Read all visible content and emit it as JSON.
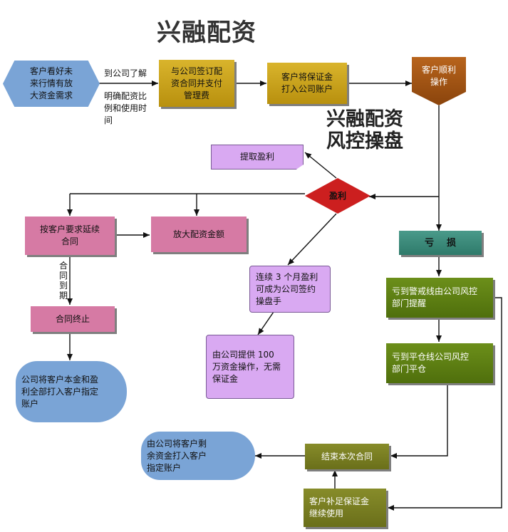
{
  "title": "兴融配资",
  "subtitle": [
    "兴融配资",
    "风控操盘"
  ],
  "nodes": {
    "client_start": [
      "客户看好未",
      "来行情有放",
      "大资金需求"
    ],
    "sign_contract": [
      "与公司签订配",
      "资合同并支付",
      "管理费"
    ],
    "deposit": [
      "客户将保证金",
      "打入公司账户"
    ],
    "operate": [
      "客户顺利",
      "操作"
    ],
    "withdraw_profit": "提取盈利",
    "profit": "盈利",
    "extend_contract": [
      "按客户要求延续",
      "合同"
    ],
    "enlarge_amount": "放大配资金额",
    "loss": "亏    损",
    "three_months": [
      "连续 3 个月盈利",
      "可成为公司签约",
      "操盘手"
    ],
    "contract_end": "合同终止",
    "warning_line": [
      "亏到警戒线由公司风控",
      "部门提醒"
    ],
    "provide_fund": [
      "由公司提供 100",
      "万资金操作，无需",
      "保证金"
    ],
    "client_refund": [
      "公司将客户本金和盈",
      "利全部打入客户指定",
      "账户"
    ],
    "liquidation": [
      "亏到平仓线公司风控",
      "部门平仓"
    ],
    "remaining_refund": [
      "由公司将客户剩",
      "余资金打入客户",
      "指定账户"
    ],
    "end_contract": "结束本次合同",
    "add_margin": [
      "客户补足保证金",
      "继续使用"
    ]
  },
  "labels": {
    "learn_company": "到公司了解",
    "clarify_ratio": [
      "明确配资比",
      "例和使用时",
      "间"
    ],
    "contract_expire": [
      "合",
      "同",
      "到",
      "期"
    ]
  },
  "colors": {
    "gold": "#c9a21e",
    "pink": "#d67aa4",
    "violet": "#d9a9f2",
    "green": "#5e7f14",
    "olive": "#7a7f22",
    "teal": "#3c8a7a",
    "blue": "#7aa4d6",
    "brown": "#a4541a",
    "red": "#cc1f1f"
  }
}
